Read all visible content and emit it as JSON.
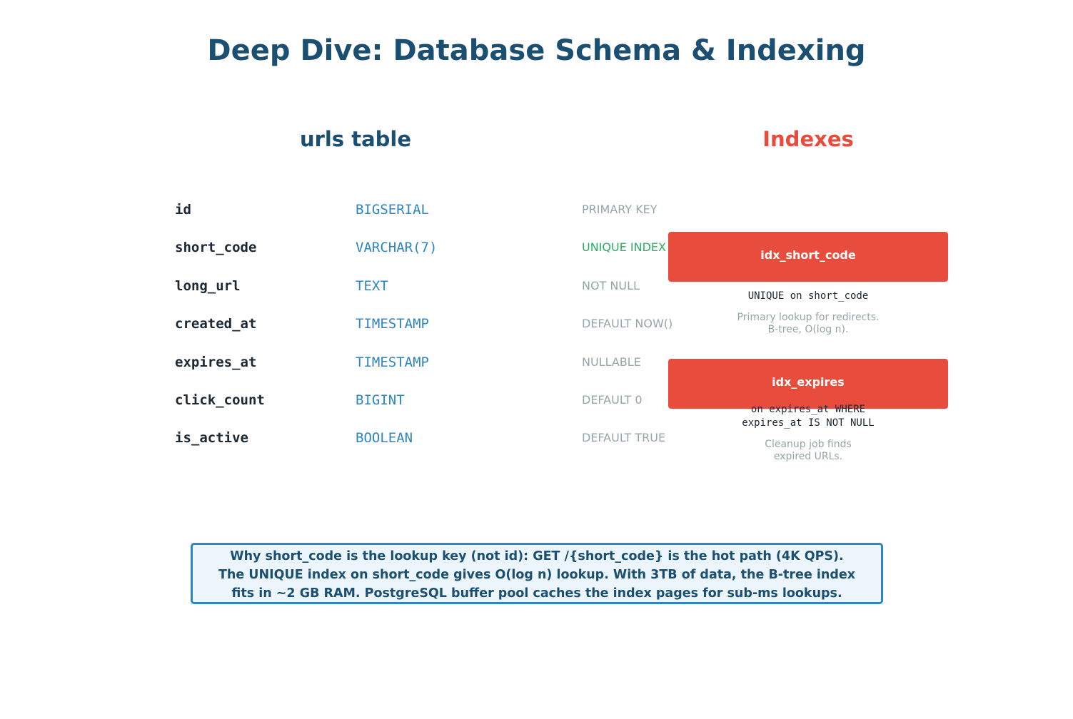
{
  "title": "Deep Dive: Database Schema & Indexing",
  "table_section": {
    "title": "urls table",
    "columns": [
      {
        "name": "id",
        "type": "BIGSERIAL",
        "constraint": "PRIMARY KEY"
      },
      {
        "name": "short_code",
        "type": "VARCHAR(7)",
        "constraint": "UNIQUE INDEX ← lookup key"
      },
      {
        "name": "long_url",
        "type": "TEXT",
        "constraint": "NOT NULL"
      },
      {
        "name": "created_at",
        "type": "TIMESTAMP",
        "constraint": "DEFAULT NOW()"
      },
      {
        "name": "expires_at",
        "type": "TIMESTAMP",
        "constraint": "NULLABLE"
      },
      {
        "name": "click_count",
        "type": "BIGINT",
        "constraint": "DEFAULT 0"
      },
      {
        "name": "is_active",
        "type": "BOOLEAN",
        "constraint": "DEFAULT TRUE"
      }
    ]
  },
  "index_section": {
    "title": "Indexes",
    "indexes": [
      {
        "name": "idx_short_code",
        "definition_lines": [
          "UNIQUE on short_code"
        ],
        "description_lines": [
          "Primary lookup for redirects.",
          "B-tree, O(log n)."
        ]
      },
      {
        "name": "idx_expires",
        "definition_lines": [
          "on expires_at WHERE",
          "expires_at IS NOT NULL"
        ],
        "description_lines": [
          "Cleanup job finds",
          "expired URLs."
        ]
      }
    ]
  },
  "note": {
    "lines": [
      "Why short_code is the lookup key (not id): GET /{short_code} is the hot path (4K QPS).",
      "The UNIQUE index on short_code gives O(log n) lookup. With 3TB of data, the B-tree index",
      "fits in ~2 GB RAM. PostgreSQL buffer pool caches the index pages for sub-ms lookups."
    ]
  },
  "colors": {
    "title": "#1b4f72",
    "column_name": "#1c2833",
    "column_type": "#2e86c1",
    "constraint": "#95a5a6",
    "constraint_highlight": "#27ae60",
    "index_box": "#e74c3c",
    "note_border": "#2e86c1",
    "note_bg": "#ebf5fb"
  }
}
